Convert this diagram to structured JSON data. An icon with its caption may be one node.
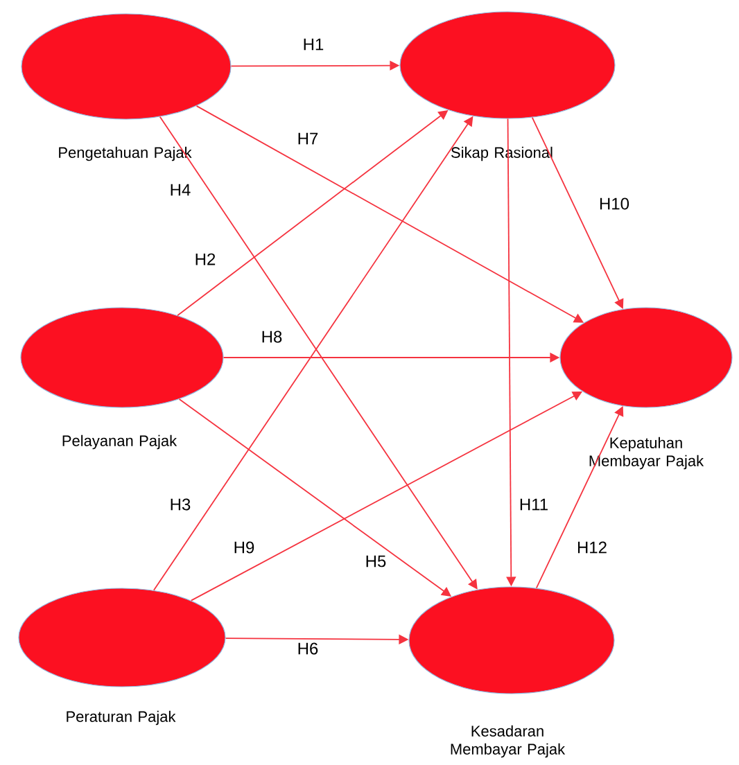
{
  "diagram": {
    "nodes": [
      {
        "text": [
          "Pengetahuan Pajak"
        ]
      },
      {
        "text": [
          "Sikap Rasional"
        ]
      },
      {
        "text": [
          "Pelayanan Pajak"
        ]
      },
      {
        "text": [
          "Kepatuhan Membayar Pajak"
        ]
      },
      {
        "text": [
          "Peraturan Pajak"
        ]
      },
      {
        "text": [
          "Kesadaran Membayar Pajak"
        ]
      }
    ],
    "edges": [
      {
        "from": 0,
        "to": 1,
        "arrow": "to",
        "label": "H1"
      },
      {
        "from": 2,
        "to": 1,
        "arrow": "to",
        "label": "H2"
      },
      {
        "from": 4,
        "to": 1,
        "arrow": "to",
        "label": "H3"
      },
      {
        "from": 0,
        "to": 5,
        "arrow": "to",
        "label": "H4"
      },
      {
        "from": 2,
        "to": 5,
        "arrow": "to",
        "label": "H5"
      },
      {
        "from": 4,
        "to": 5,
        "arrow": "to",
        "label": "H6"
      },
      {
        "from": 0,
        "to": 3,
        "arrow": "to",
        "label": "H7"
      },
      {
        "from": 2,
        "to": 3,
        "arrow": "to",
        "label": "H8"
      },
      {
        "from": 4,
        "to": 3,
        "arrow": "to",
        "label": "H9"
      },
      {
        "from": 1,
        "to": 3,
        "arrow": "to",
        "label": "H10"
      },
      {
        "from": 1,
        "to": 5,
        "arrow": "to",
        "label": "H11"
      },
      {
        "from": 5,
        "to": 3,
        "arrow": "to",
        "label": "H12"
      }
    ]
  }
}
